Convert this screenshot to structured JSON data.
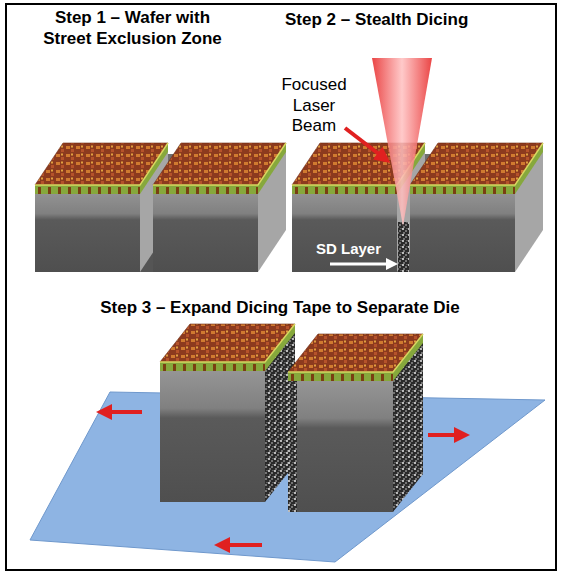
{
  "diagram": {
    "labels": [
      "Step 1 – Wafer with Street Exclusion Zone",
      "Step 2 – Stealth Dicing",
      "Focused Laser Beam",
      "SD Layer",
      "Step 3 – Expand Dicing Tape to Separate Die"
    ]
  }
}
